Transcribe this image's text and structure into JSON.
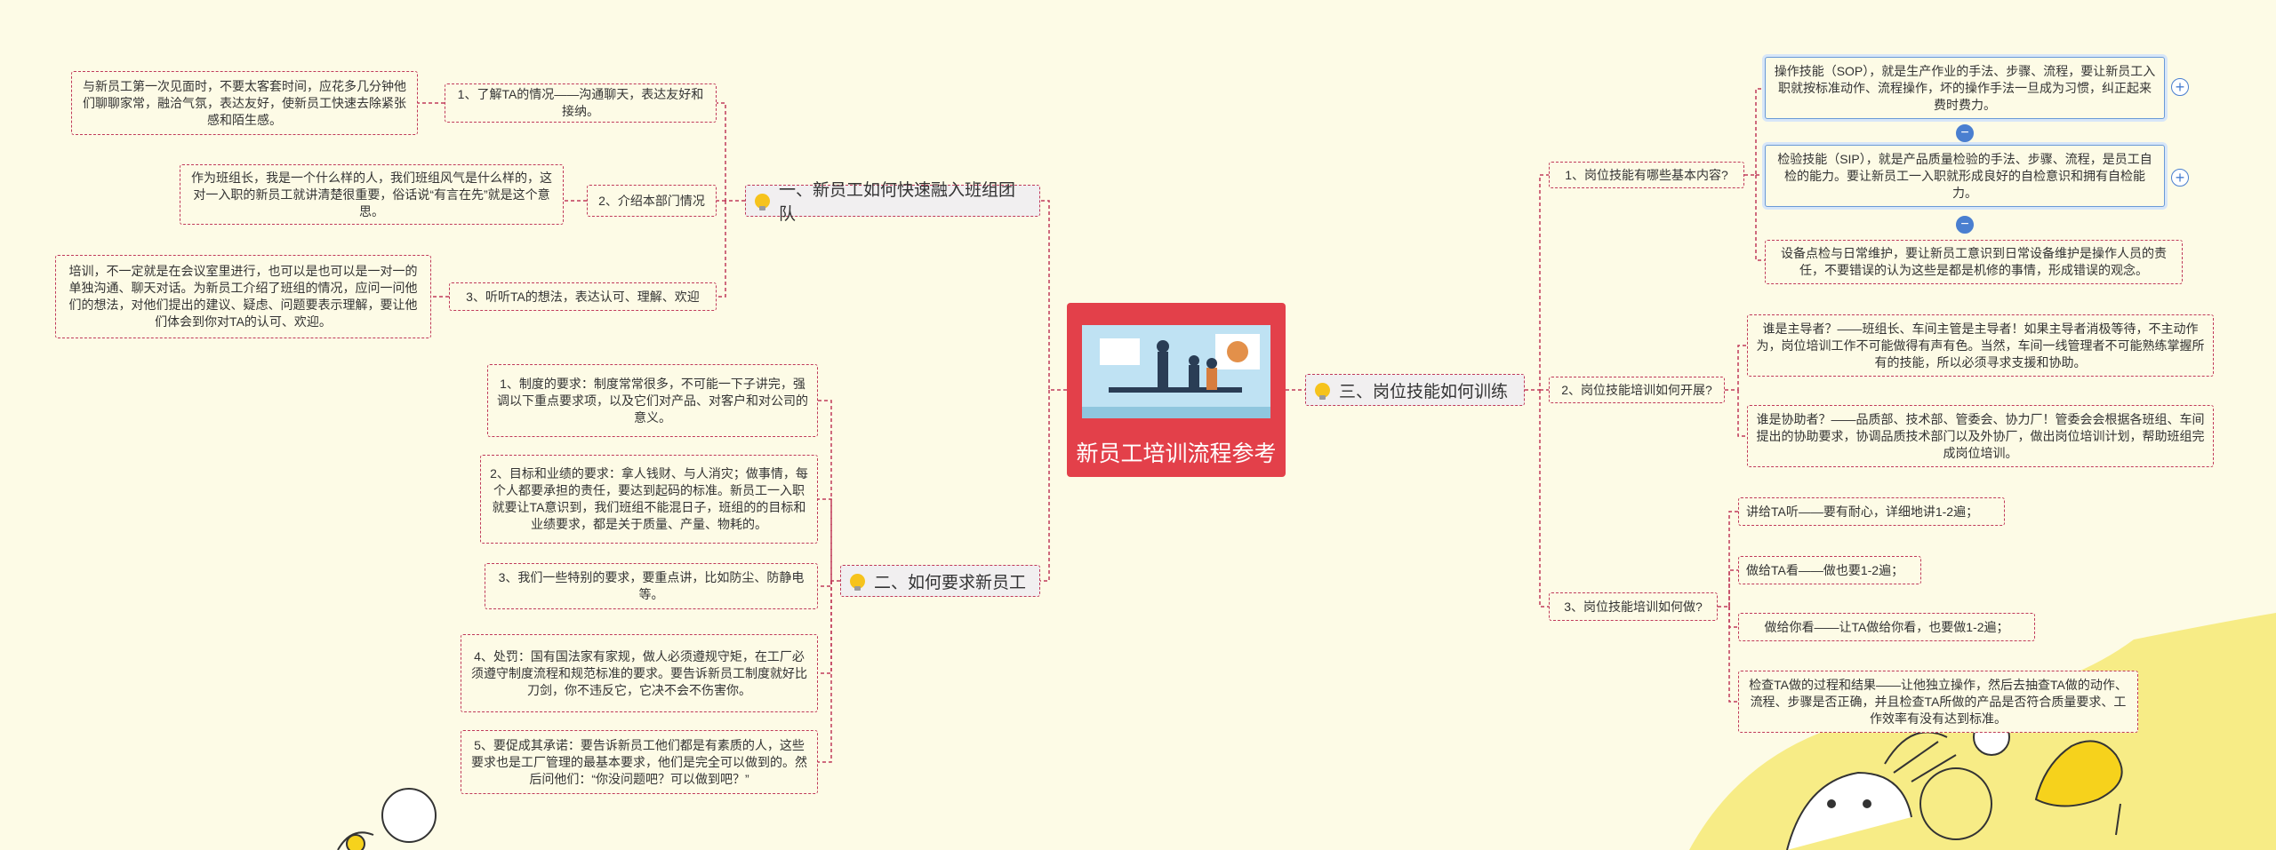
{
  "center": {
    "title": "新员工培训流程参考"
  },
  "branches": {
    "b1": {
      "label": "一、新员工如何快速融入班组团队",
      "items": [
        {
          "label": "1、了解TA的情况——沟通聊天，表达友好和接纳。",
          "detail": "与新员工第一次见面时，不要太客套时间，应花多几分钟他们聊聊家常，融洽气氛，表达友好，使新员工快速去除紧张感和陌生感。"
        },
        {
          "label": "2、介绍本部门情况",
          "detail": "作为班组长，我是一个什么样的人，我们班组风气是什么样的，这对一入职的新员工就讲清楚很重要，俗话说“有言在先”就是这个意思。"
        },
        {
          "label": "3、听听TA的想法，表达认可、理解、欢迎",
          "detail": "培训，不一定就是在会议室里进行，也可以是也可以是一对一的单独沟通、聊天对话。为新员工介绍了班组的情况，应问一问他们的想法，对他们提出的建议、疑虑、问题要表示理解，要让他们体会到你对TA的认可、欢迎。"
        }
      ]
    },
    "b2": {
      "label": "二、如何要求新员工",
      "items": [
        "1、制度的要求：制度常常很多，不可能一下子讲完，强调以下重点要求项，以及它们对产品、对客户和对公司的意义。",
        "2、目标和业绩的要求：拿人钱财、与人消灾；做事情，每个人都要承担的责任，要达到起码的标准。新员工一入职就要让TA意识到，我们班组不能混日子，班组的的目标和业绩要求，都是关于质量、产量、物耗的。",
        "3、我们一些特别的要求，要重点讲，比如防尘、防静电等。",
        "4、处罚：国有国法家有家规，做人必须遵规守矩，在工厂必须遵守制度流程和规范标准的要求。要告诉新员工制度就好比刀剑，你不违反它，它决不会不伤害你。",
        "5、要促成其承诺：要告诉新员工他们都是有素质的人，这些要求也是工厂管理的最基本要求，他们是完全可以做到的。然后问他们：“你没问题吧？可以做到吧？”"
      ]
    },
    "b3": {
      "label": "三、岗位技能如何训练",
      "items": [
        {
          "label": "1、岗位技能有哪些基本内容?",
          "details": [
            "操作技能（SOP），就是生产作业的手法、步骤、流程，要让新员工入职就按标准动作、流程操作，坏的操作手法一旦成为习惯，纠正起来费时费力。",
            "检验技能（SIP），就是产品质量检验的手法、步骤、流程，是员工自检的能力。要让新员工一入职就形成良好的自检意识和拥有自检能力。",
            "设备点检与日常维护，要让新员工意识到日常设备维护是操作人员的责任，不要错误的认为这些是都是机修的事情，形成错误的观念。"
          ]
        },
        {
          "label": "2、岗位技能培训如何开展?",
          "details": [
            "谁是主导者？——班组长、车间主管是主导者！如果主导者消极等待，不主动作为，岗位培训工作不可能做得有声有色。当然，车间一线管理者不可能熟练掌握所有的技能，所以必须寻求支援和协助。",
            "谁是协助者？——品质部、技术部、管委会、协力厂！管委会会根据各班组、车间提出的协助要求，协调品质技术部门以及外协厂，做出岗位培训计划，帮助班组完成岗位培训。"
          ]
        },
        {
          "label": "3、岗位技能培训如何做?",
          "details": [
            "讲给TA听——要有耐心，详细地讲1-2遍；",
            "做给TA看——做也要1-2遍；",
            "做给你看——让TA做给你看，也要做1-2遍；",
            "检查TA做的过程和结果——让他独立操作，然后去抽查TA做的动作、流程、步骤是否正确，并且检查TA所做的产品是否符合质量要求、工作效率有没有达到标准。"
          ]
        }
      ]
    }
  },
  "colors": {
    "background": "#fdfbe6",
    "accent": "#e3404a",
    "border": "#c03a5a",
    "expand": "#4a7fd0"
  },
  "icons": [
    "lightbulb-icon",
    "plus-circle-icon",
    "minus-circle-icon"
  ]
}
